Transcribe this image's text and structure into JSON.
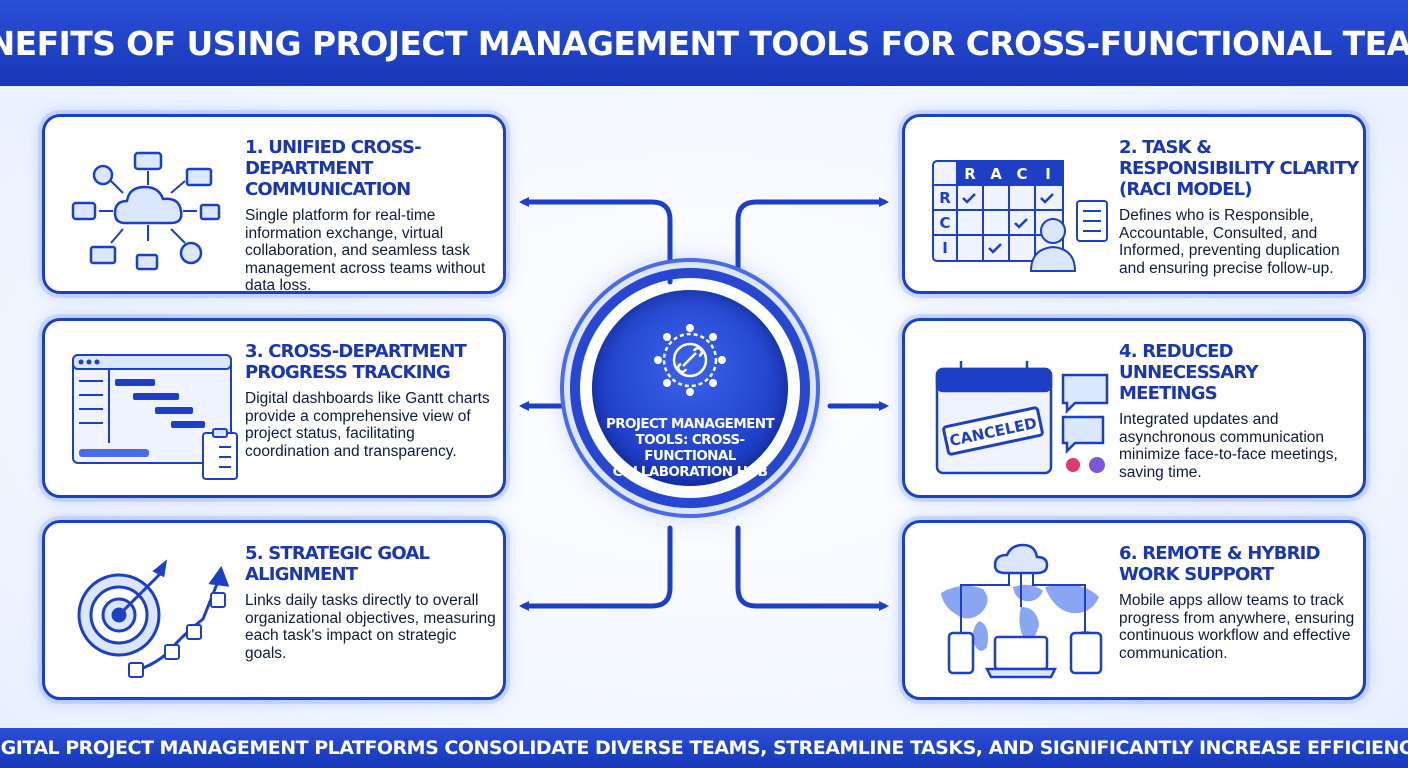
{
  "header": {
    "title": "BENEFITS OF USING PROJECT MANAGEMENT TOOLS FOR CROSS-FUNCTIONAL TEAMS"
  },
  "hub": {
    "label": "PROJECT MANAGEMENT TOOLS: CROSS-FUNCTIONAL COLLABORATION HUB"
  },
  "cards": [
    {
      "title": "1. UNIFIED CROSS-DEPARTMENT COMMUNICATION",
      "body": "Single platform for real-time information exchange, virtual collaboration, and seamless task management across teams without data loss."
    },
    {
      "title": "2. TASK & RESPONSIBILITY CLARITY (RACI MODEL)",
      "body": "Defines who is Responsible, Accountable, Consulted, and Informed, preventing duplication and ensuring precise follow-up.",
      "raci_letters": [
        "R",
        "A",
        "C",
        "I"
      ]
    },
    {
      "title": "3. CROSS-DEPARTMENT PROGRESS TRACKING",
      "body": "Digital dashboards like Gantt charts provide a comprehensive view of project status, facilitating coordination and transparency."
    },
    {
      "title": "4. REDUCED UNNECESSARY MEETINGS",
      "body": "Integrated updates and asynchronous communication minimize face-to-face meetings, saving time.",
      "stamp": "CANCELED"
    },
    {
      "title": "5. STRATEGIC GOAL ALIGNMENT",
      "body": "Links daily tasks directly to overall organizational objectives, measuring each task's impact on strategic goals."
    },
    {
      "title": "6. REMOTE & HYBRID WORK SUPPORT",
      "body": "Mobile apps allow teams to track progress from anywhere, ensuring continuous workflow and effective communication."
    }
  ],
  "footer": {
    "text": "DIGITAL PROJECT MANAGEMENT PLATFORMS CONSOLIDATE DIVERSE TEAMS, STREAMLINE TASKS, AND SIGNIFICANTLY INCREASE EFFICIENCY."
  },
  "colors": {
    "primary": "#1d3fc4",
    "accent": "#2a4fd6",
    "light": "#dbe6ff"
  },
  "icons": [
    "cloud-network-icon",
    "raci-matrix-icon",
    "gantt-dashboard-icon",
    "canceled-calendar-icon",
    "target-growth-icon",
    "world-devices-icon",
    "gear-network-icon"
  ]
}
